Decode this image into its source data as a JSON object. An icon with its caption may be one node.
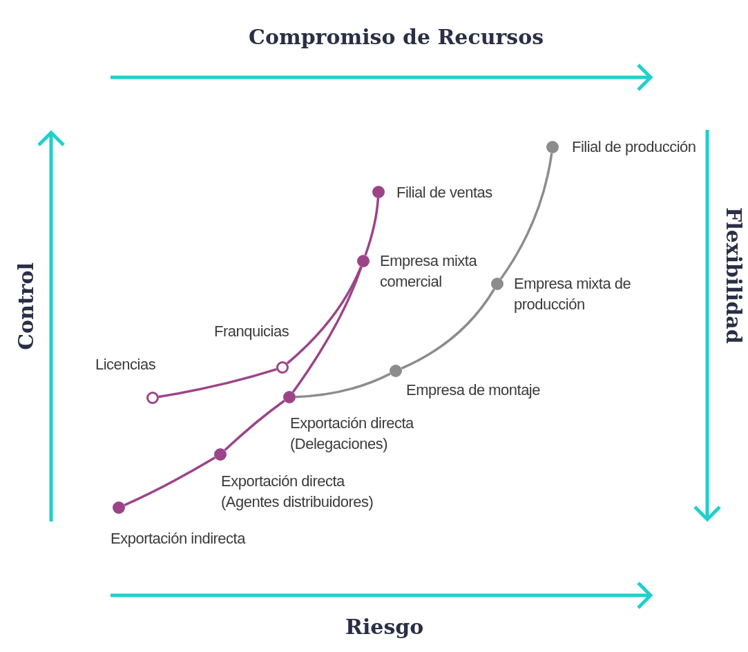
{
  "diagram": {
    "nodes": [
      {
        "text": [],
        "shape": "circle",
        "beside": [
          "Filial de producción"
        ]
      },
      {
        "text": [],
        "shape": "circle",
        "beside": [
          "Filial de ventas"
        ]
      },
      {
        "text": [],
        "shape": "circle",
        "beside": [
          "Empresa mixta comercial"
        ]
      },
      {
        "text": [],
        "shape": "circle",
        "beside": [
          "Empresa mixta de producción"
        ]
      },
      {
        "text": [],
        "shape": "circle",
        "beside": [
          "Franquicias"
        ]
      },
      {
        "text": [],
        "shape": "circle",
        "beside": [
          "Empresa de montaje"
        ]
      },
      {
        "text": [],
        "shape": "circle",
        "beside": [
          "Exportación directa (Delegaciones)"
        ]
      },
      {
        "text": [],
        "shape": "circle",
        "beside": [
          "Licencias"
        ]
      },
      {
        "text": [],
        "shape": "circle",
        "beside": [
          "Exportación directa (Agentes distribuidores)"
        ]
      },
      {
        "text": [],
        "shape": "circle",
        "beside": [
          "Exportación indirecta"
        ]
      }
    ],
    "edges": [
      {
        "from": 9,
        "to": 8,
        "arrow": "none"
      },
      {
        "from": 8,
        "to": 6,
        "arrow": "none"
      },
      {
        "from": 6,
        "to": 2,
        "arrow": "none"
      },
      {
        "from": 7,
        "to": 4,
        "arrow": "none"
      },
      {
        "from": 4,
        "to": 2,
        "arrow": "none"
      },
      {
        "from": 2,
        "to": 1,
        "arrow": "none"
      },
      {
        "from": 6,
        "to": 5,
        "arrow": "none",
        "color": "#8c8c8c"
      },
      {
        "from": 5,
        "to": 3,
        "arrow": "none",
        "color": "#8c8c8c"
      },
      {
        "from": 3,
        "to": 0,
        "arrow": "none",
        "color": "#8c8c8c"
      }
    ],
    "labels": [
      "Compromiso de Recursos",
      "Control",
      "Flexibilidad",
      "Riesgo"
    ]
  }
}
